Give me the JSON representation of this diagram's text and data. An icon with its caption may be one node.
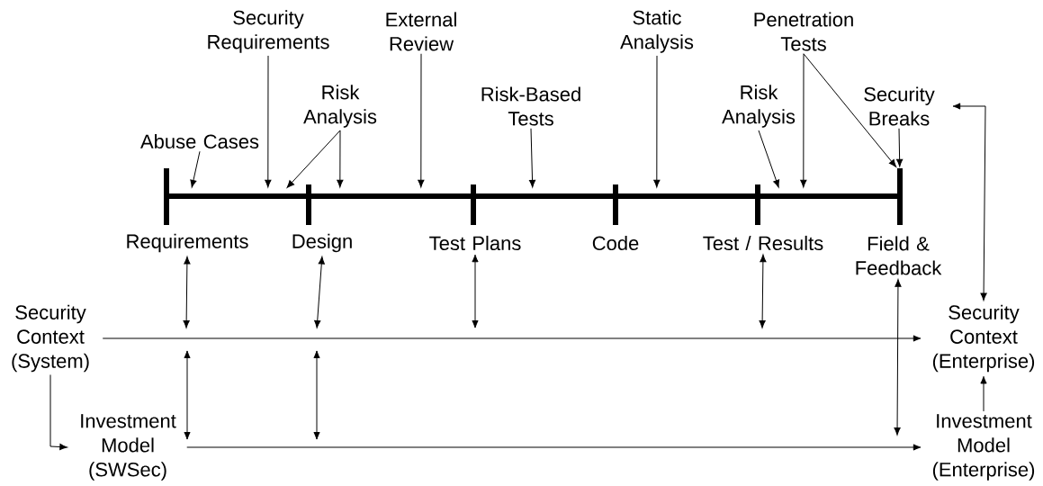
{
  "diagram": {
    "nodes": [
      {
        "text": [
          "Abuse Cases"
        ]
      },
      {
        "text": [
          "Security Requirements"
        ]
      },
      {
        "text": [
          "Risk Analysis"
        ]
      },
      {
        "text": [
          "External Review"
        ]
      },
      {
        "text": [
          "Risk-Based Tests"
        ]
      },
      {
        "text": [
          "Static Analysis"
        ]
      },
      {
        "text": [
          "Risk Analysis"
        ]
      },
      {
        "text": [
          "Penetration Tests"
        ]
      },
      {
        "text": [
          "Security Breaks"
        ]
      },
      {
        "text": [],
        "shape": "bar"
      },
      {
        "text": [
          "Requirements"
        ]
      },
      {
        "text": [
          "Design"
        ]
      },
      {
        "text": [
          "Test Plans"
        ]
      },
      {
        "text": [
          "Test / Results"
        ]
      },
      {
        "text": [
          "Field & Feedback"
        ]
      },
      {
        "text": [
          "Security Context (System)"
        ]
      },
      {
        "text": [
          "Investment Model (SWSec)"
        ]
      },
      {
        "text": [
          "Security Context (Enterprise)"
        ]
      },
      {
        "text": [
          "Investment Model (Enterprise)"
        ]
      },
      {
        "text": [],
        "shape": "bar"
      }
    ],
    "edges": [
      {
        "from": 0,
        "to": 9,
        "arrow": "to"
      },
      {
        "from": 1,
        "to": 9,
        "arrow": "to"
      },
      {
        "from": 2,
        "to": 9,
        "arrow": "to"
      },
      {
        "from": 2,
        "to": 9,
        "arrow": "to"
      },
      {
        "from": 3,
        "to": 9,
        "arrow": "to"
      },
      {
        "from": 4,
        "to": 9,
        "arrow": "to"
      },
      {
        "from": 5,
        "to": 9,
        "arrow": "to"
      },
      {
        "from": 6,
        "to": 9,
        "arrow": "to"
      },
      {
        "from": 7,
        "to": 9,
        "arrow": "to"
      },
      {
        "from": 7,
        "to": 19,
        "arrow": "to"
      },
      {
        "from": 8,
        "to": 19,
        "arrow": "to"
      },
      {
        "from": 10,
        "to": null,
        "arrow": "both"
      },
      {
        "from": 11,
        "to": null,
        "arrow": "both"
      },
      {
        "from": 12,
        "to": null,
        "arrow": "both"
      },
      {
        "from": 13,
        "to": null,
        "arrow": "both"
      },
      {
        "from": 14,
        "to": null,
        "arrow": "both"
      },
      {
        "from": 8,
        "to": 17,
        "arrow": "both"
      },
      {
        "from": 15,
        "to": 17,
        "arrow": "to"
      },
      {
        "from": 15,
        "to": 16,
        "arrow": "to"
      },
      {
        "from": 16,
        "to": 18,
        "arrow": "to"
      },
      {
        "from": 18,
        "to": 17,
        "arrow": "to"
      }
    ],
    "labels": [
      "Code"
    ]
  }
}
